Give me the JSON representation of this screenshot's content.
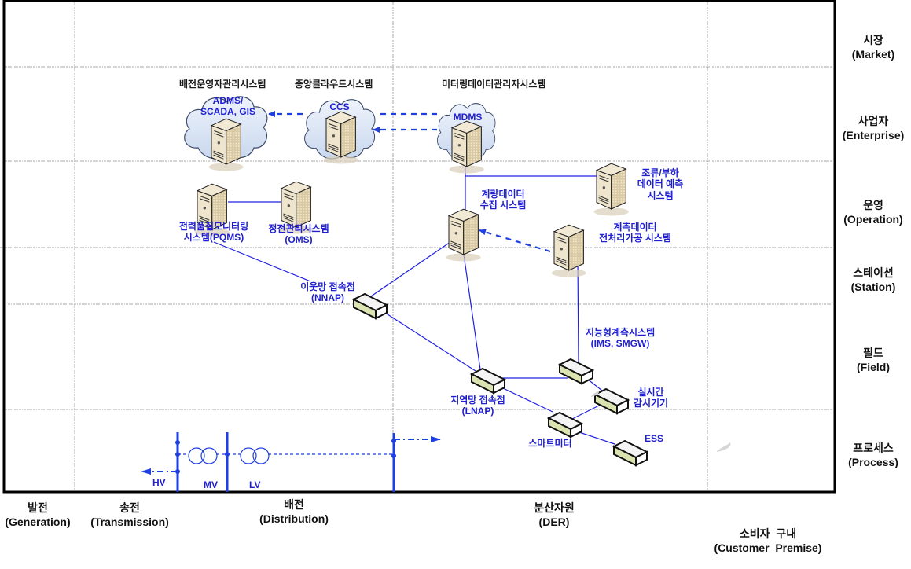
{
  "title": "스마트그리드 배전 시스템 구성도",
  "colors": {
    "link": "#2020e0",
    "dashed_link": "#1f3fdf",
    "label": "#1f1fd0",
    "grid": "#aaaaaa",
    "frame": "#000000",
    "cloud_fill": "#dbe6f4",
    "cloud_stroke": "#3c4a6a",
    "server_front": "#e8dcc0",
    "device_top": "#f4f4f4",
    "device_side": "#dbe4b0"
  },
  "zones": [
    {
      "id": "market",
      "ko": "시장",
      "en": "(Market)"
    },
    {
      "id": "enterprise",
      "ko": "사업자",
      "en": "(Enterprise)"
    },
    {
      "id": "operation",
      "ko": "운영",
      "en": "(Operation)"
    },
    {
      "id": "station",
      "ko": "스테이션",
      "en": "(Station)"
    },
    {
      "id": "field",
      "ko": "필드",
      "en": "(Field)"
    },
    {
      "id": "process",
      "ko": "프로세스",
      "en": "(Process)"
    }
  ],
  "domains": [
    {
      "id": "generation",
      "ko": "발전",
      "en": "(Generation)"
    },
    {
      "id": "transmission",
      "ko": "송전",
      "en": "(Transmission)"
    },
    {
      "id": "distribution",
      "ko": "배전",
      "en": "(Distribution)"
    },
    {
      "id": "der",
      "ko": "분산자원",
      "en": "(DER)"
    },
    {
      "id": "customer",
      "ko": "소비자  구내",
      "en": "(Customer  Premise)"
    }
  ],
  "systems": {
    "adms": {
      "caption": "배전운영자관리시스템",
      "name_line1": "ADMS/",
      "name_line2": "SCADA, GIS"
    },
    "ccs": {
      "caption": "중앙클라우드시스템",
      "name": "CCS"
    },
    "mdms": {
      "caption": "미터링데이터관리자시스템",
      "name": "MDMS"
    },
    "forecast": {
      "line1": "조류/부하",
      "line2": "데이터 예측",
      "line3": "시스템"
    },
    "collector": {
      "line1": "계량데이터",
      "line2": "수집 시스템"
    },
    "preprocess": {
      "line1": "계측데이터",
      "line2": "전처리가공 시스템"
    },
    "pqms": {
      "line1": "전력품질모니터링",
      "line2": "시스템(PQMS)"
    },
    "oms": {
      "line1": "정전관리시스템",
      "line2": "(OMS)"
    }
  },
  "devices": {
    "nnap": {
      "line1": "이웃망 접속점",
      "line2": "(NNAP)"
    },
    "lnap": {
      "line1": "지역망 접속점",
      "line2": "(LNAP)"
    },
    "ims": {
      "line1": "지능형계측시스템",
      "line2": "(IMS, SMGW)"
    },
    "monitor": {
      "line1": "실시간",
      "line2": "감시기기"
    },
    "meter": {
      "label": "스마트미터"
    },
    "ess": {
      "label": "ESS"
    }
  },
  "voltage_levels": {
    "hv": "HV",
    "mv": "MV",
    "lv": "LV"
  },
  "icons": {
    "server": "server-tower-icon",
    "cloud": "cloud-icon",
    "device": "network-device-icon",
    "transformer": "transformer-icon",
    "arrow": "arrow-icon"
  }
}
